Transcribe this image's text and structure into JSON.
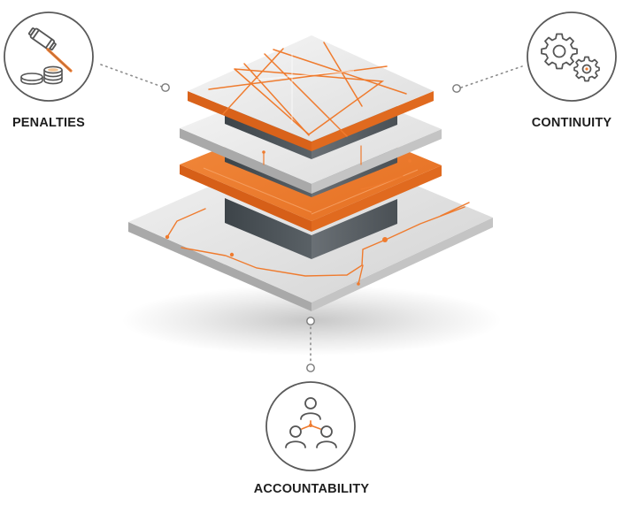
{
  "nodes": [
    {
      "id": "penalties",
      "label": "PENALTIES",
      "icon": "gavel-coins-icon"
    },
    {
      "id": "continuity",
      "label": "CONTINUITY",
      "icon": "gears-icon"
    },
    {
      "id": "accountability",
      "label": "ACCOUNTABILITY",
      "icon": "team-hierarchy-icon"
    }
  ],
  "colors": {
    "accent": "#ef7b2e",
    "accent_dark": "#d9621a",
    "slab_top": "#ececec",
    "slab_side": "#b9b9b9",
    "core": "#434a4f",
    "icon_stroke": "#555555",
    "connector": "#8c8c8c"
  }
}
